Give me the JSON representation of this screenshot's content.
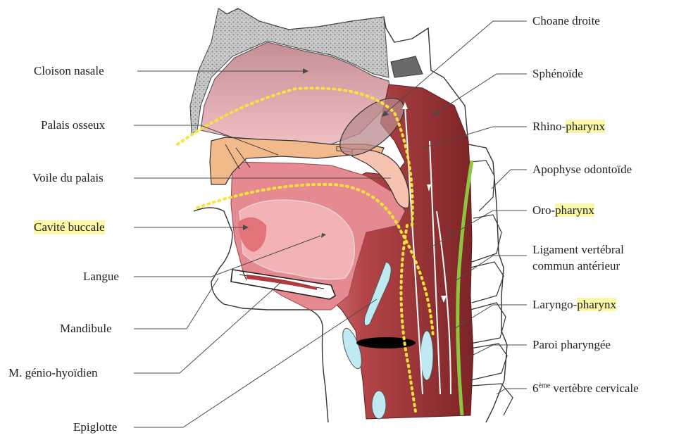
{
  "colors": {
    "bone": "#b5b5b5",
    "nasal": "#d9a6aa",
    "palate": "#f2b98a",
    "mouth": "#ef9b9f",
    "pharynx": "#9e3a3d",
    "pharynx_light": "#c45a5c",
    "cartilage": "#bfeaf2",
    "ligament": "#8cc63f",
    "guide": "#f7e33a",
    "highlight": "#fbf7a6",
    "leader": "#4a4a4a"
  },
  "labels": {
    "left": {
      "cloison_nasale": "Cloison nasale",
      "palais_osseux": "Palais osseux",
      "voile_du_palais": "Voile du palais",
      "cavite_buccale": "Cavité buccale",
      "langue": "Langue",
      "mandibule": "Mandibule",
      "genio_hyoidien": "M. génio-hyoïdien",
      "epiglotte": "Epiglotte"
    },
    "right": {
      "choane_droite": "Choane droite",
      "sphenoide": "Sphénoïde",
      "rhino_prefix": "Rhino-",
      "pharynx_1": "pharynx",
      "apophyse": "Apophyse odontoïde",
      "oro_prefix": "Oro-",
      "pharynx_2": "pharynx",
      "ligament_line1": "Ligament vertébral",
      "ligament_line2": "commun antérieur",
      "laryngo_prefix": "Laryngo-",
      "pharynx_3": "pharynx",
      "paroi": "Paroi pharyngée",
      "vertebre_num": "6",
      "vertebre_sup": "ème",
      "vertebre_rest": " vertèbre cervicale"
    }
  }
}
